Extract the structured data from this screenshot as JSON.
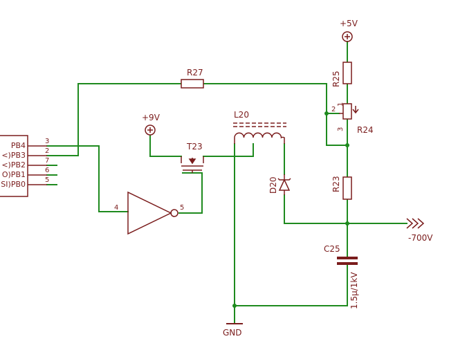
{
  "colors": {
    "wire": "#1e8a1e",
    "part": "#7a1c1c",
    "background": "#ffffff"
  },
  "ic": {
    "pins": [
      {
        "label": "PB4",
        "number": "3"
      },
      {
        "label": "<)PB3",
        "number": "2"
      },
      {
        "label": "<)PB2",
        "number": "7"
      },
      {
        "label": "O)PB1",
        "number": "6"
      },
      {
        "label": "SI)PB0",
        "number": "5"
      }
    ]
  },
  "supplies": {
    "plus5v": "+5V",
    "plus9v": "+9V",
    "gnd": "GND"
  },
  "output": {
    "label": "-700V"
  },
  "resistors": {
    "r27": "R27",
    "r25": "R25",
    "r23": "R23"
  },
  "potentiometer": {
    "name": "R24",
    "pin1": "1",
    "pin2": "2",
    "pin3": "3"
  },
  "transistor": {
    "name": "T23"
  },
  "inductor": {
    "name": "L20"
  },
  "diode": {
    "name": "D20"
  },
  "inverter": {
    "in_pin": "4",
    "out_pin": "5"
  },
  "capacitor": {
    "name": "C25",
    "value": "1.5μ/1kV"
  }
}
